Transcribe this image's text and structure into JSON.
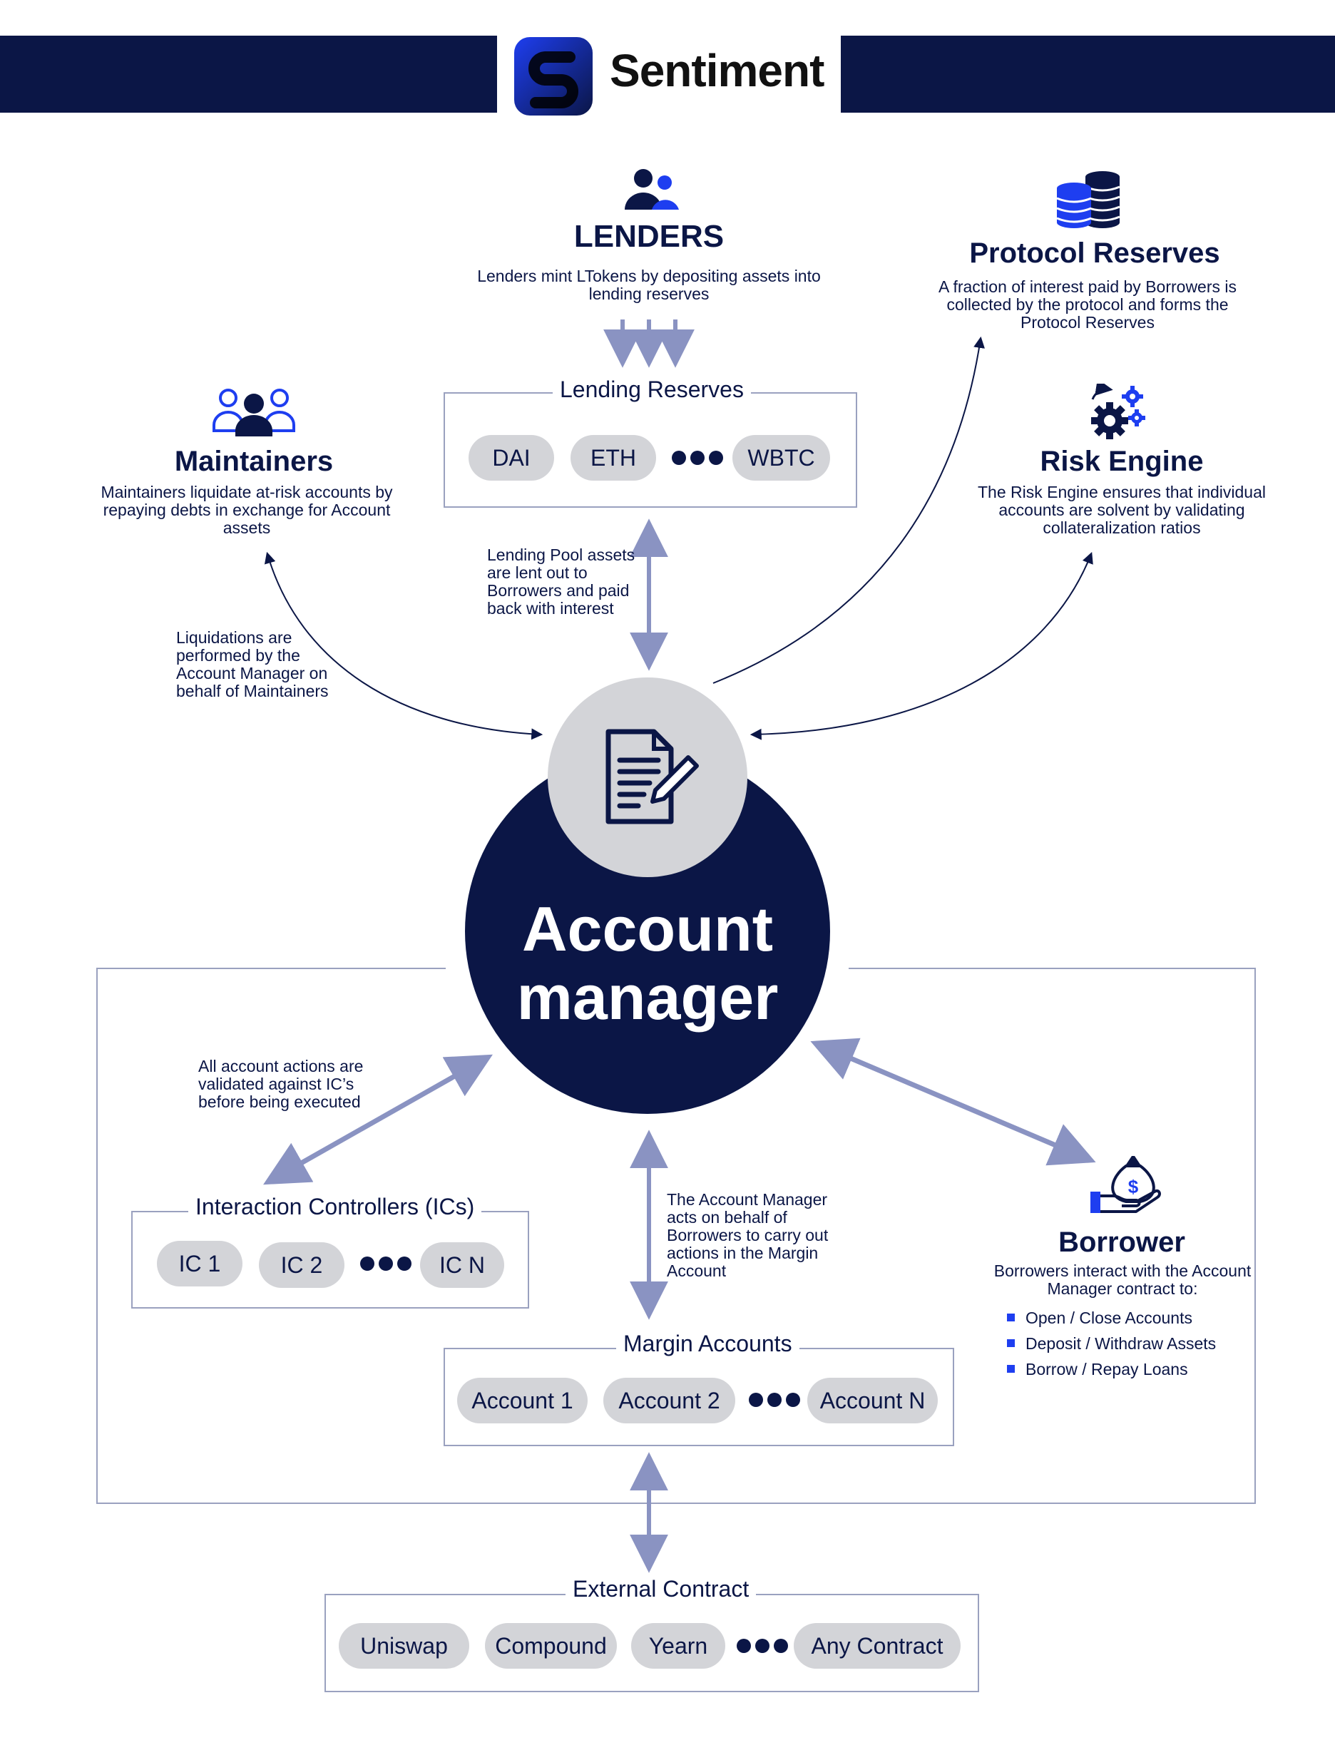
{
  "brand": {
    "name": "Sentiment"
  },
  "lenders": {
    "title": "LENDERS",
    "desc": "Lenders mint LTokens by depositing assets into lending reserves"
  },
  "protocol_reserves": {
    "title": "Protocol Reserves",
    "desc": "A fraction of interest paid by Borrowers is collected by the protocol and forms the Protocol Reserves"
  },
  "maintainers": {
    "title": "Maintainers",
    "desc": "Maintainers liquidate at-risk accounts by repaying debts in exchange for Account assets"
  },
  "risk_engine": {
    "title": "Risk Engine",
    "desc": "The Risk Engine ensures that individual accounts are solvent by validating collateralization ratios"
  },
  "lending_reserves": {
    "label": "Lending Reserves",
    "items": [
      "DAI",
      "ETH",
      "WBTC"
    ]
  },
  "notes": {
    "lending_pool": "Lending Pool assets are lent out to Borrowers and paid back with interest",
    "liquidations": "Liquidations are performed by the Account Manager on behalf of Maintainers",
    "ic_validation": "All account actions are validated against IC’s before being executed",
    "account_manager_acts": "The Account Manager acts on behalf of Borrowers to carry out actions in the Margin Account"
  },
  "account_manager": {
    "line1": "Account",
    "line2": "manager"
  },
  "interaction_controllers": {
    "label": "Interaction Controllers (ICs)",
    "items": [
      "IC 1",
      "IC 2",
      "IC N"
    ]
  },
  "margin_accounts": {
    "label": "Margin Accounts",
    "items": [
      "Account 1",
      "Account 2",
      "Account N"
    ]
  },
  "borrower": {
    "title": "Borrower",
    "desc": "Borrowers interact with the Account Manager contract to:",
    "actions": [
      "Open / Close Accounts",
      "Deposit / Withdraw Assets",
      "Borrow / Repay Loans"
    ]
  },
  "external_contract": {
    "label": "External Contract",
    "items": [
      "Uniswap",
      "Compound",
      "Yearn",
      "Any Contract"
    ]
  },
  "colors": {
    "navy": "#0b1646",
    "accent_blue": "#1e3ef0",
    "arrow": "#8a93c2",
    "pill": "#d3d4d8"
  }
}
